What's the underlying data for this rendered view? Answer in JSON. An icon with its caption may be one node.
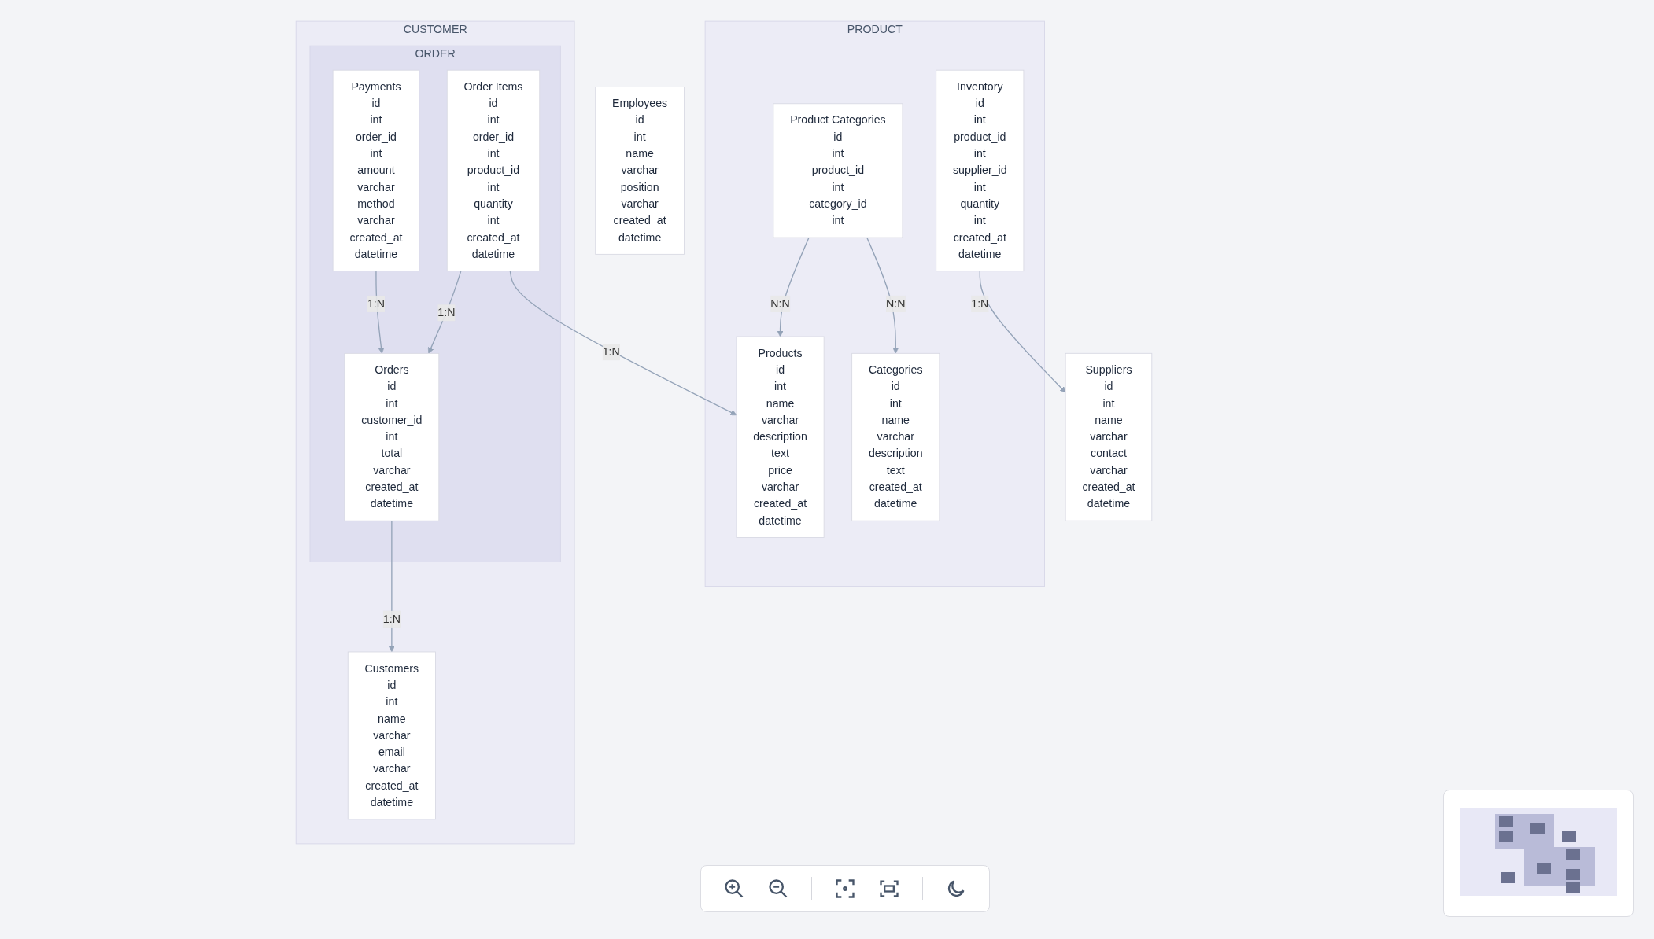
{
  "diagram": {
    "nodes": [
      {
        "text": [
          "CUSTOMER"
        ]
      },
      {
        "text": [
          "ORDER"
        ],
        "in": 0
      },
      {
        "text": [
          "Payments",
          "id",
          "int",
          "order_id",
          "int",
          "amount",
          "varchar",
          "method",
          "varchar",
          "created_at",
          "datetime"
        ],
        "in": 1
      },
      {
        "text": [
          "Orders",
          "id",
          "int",
          "customer_id",
          "int",
          "total",
          "varchar",
          "created_at",
          "datetime"
        ],
        "in": 1
      },
      {
        "text": [
          "Customers",
          "id",
          "int",
          "name",
          "varchar",
          "email",
          "varchar",
          "created_at",
          "datetime"
        ],
        "in": 0
      },
      {
        "text": [
          "Order Items",
          "id",
          "int",
          "order_id",
          "int",
          "product_id",
          "int",
          "quantity",
          "int",
          "created_at",
          "datetime"
        ],
        "in": 1
      },
      {
        "text": [
          "PRODUCT"
        ]
      },
      {
        "text": [
          "Products",
          "id",
          "int",
          "name",
          "varchar",
          "description",
          "text",
          "price",
          "varchar",
          "created_at",
          "datetime"
        ],
        "in": 6
      },
      {
        "text": [
          "Product Categories",
          "id",
          "int",
          "product_id",
          "int",
          "category_id",
          "int"
        ],
        "in": 6
      },
      {
        "text": [
          "Inventory",
          "id",
          "int",
          "product_id",
          "int",
          "supplier_id",
          "int",
          "quantity",
          "int",
          "created_at",
          "datetime"
        ],
        "in": 6
      },
      {
        "text": [
          "Categories",
          "id",
          "int",
          "name",
          "varchar",
          "description",
          "text",
          "created_at",
          "datetime"
        ],
        "in": 6
      },
      {
        "text": [
          "Employees",
          "id",
          "int",
          "name",
          "varchar",
          "position",
          "varchar",
          "created_at",
          "datetime"
        ]
      },
      {
        "text": [
          "Suppliers",
          "id",
          "int",
          "name",
          "varchar",
          "contact",
          "varchar",
          "created_at",
          "datetime"
        ]
      }
    ],
    "edges": [
      {
        "from": 2,
        "to": 3,
        "arrow": "to",
        "label": "1:N"
      },
      {
        "from": 5,
        "to": 3,
        "arrow": "to",
        "label": "1:N"
      },
      {
        "from": 3,
        "to": 4,
        "arrow": "to",
        "label": "1:N"
      },
      {
        "from": 5,
        "to": 7,
        "arrow": "to",
        "label": "1:N"
      },
      {
        "from": 8,
        "to": 7,
        "arrow": "to",
        "label": "N:N"
      },
      {
        "from": 8,
        "to": 10,
        "arrow": "to",
        "label": "N:N"
      },
      {
        "from": 9,
        "to": 12,
        "arrow": "to",
        "label": "1:N"
      }
    ]
  }
}
